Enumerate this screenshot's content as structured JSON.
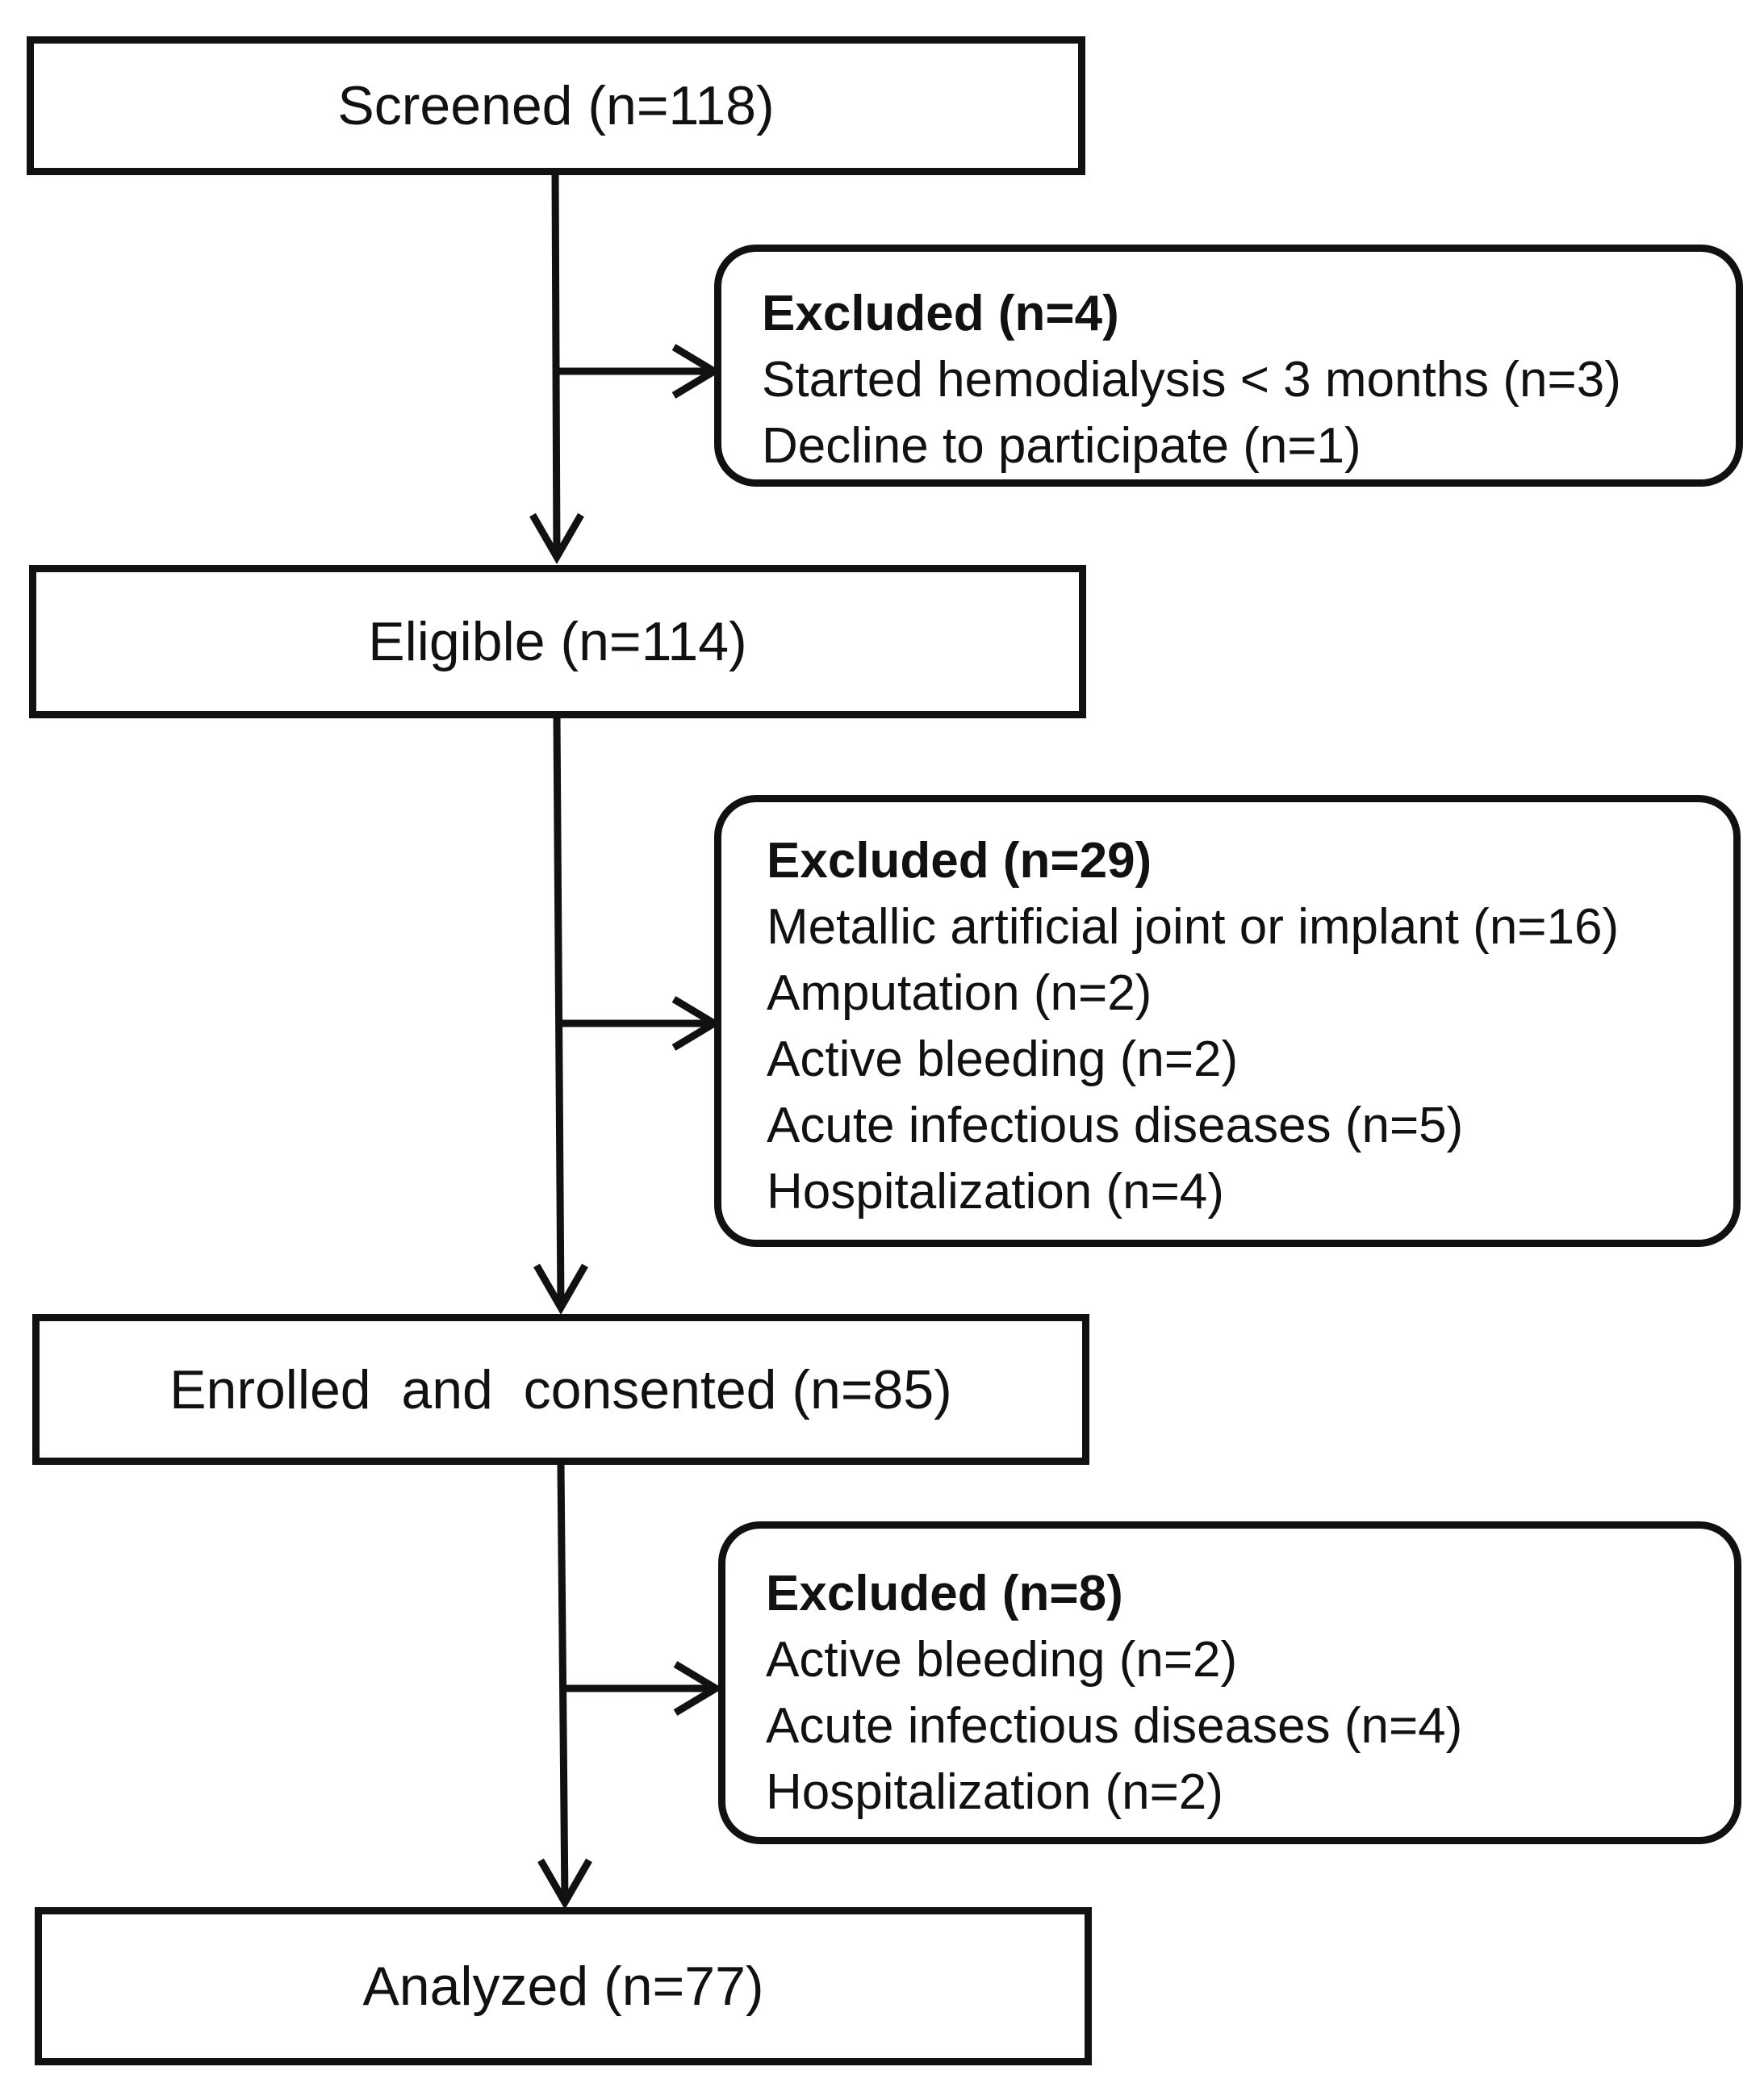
{
  "flowchart": {
    "steps": [
      {
        "label": "Screened",
        "count": "(n=118)"
      },
      {
        "label": "Eligible",
        "count": "(n=114)"
      },
      {
        "label": "Enrolled  and  consented",
        "count": "(n=85)"
      },
      {
        "label": "Analyzed",
        "count": "(n=77)"
      }
    ],
    "exclusions": [
      {
        "title": "Excluded (n=4)",
        "reasons": [
          "Started hemodialysis < 3 months (n=3)",
          "Decline to participate (n=1)"
        ]
      },
      {
        "title": "Excluded (n=29)",
        "reasons": [
          "Metallic artificial joint or implant (n=16)",
          "Amputation (n=2)",
          "Active bleeding (n=2)",
          "Acute infectious diseases (n=5)",
          "Hospitalization (n=4)"
        ]
      },
      {
        "title": "Excluded (n=8)",
        "reasons": [
          "Active bleeding (n=2)",
          "Acute infectious diseases (n=4)",
          "Hospitalization (n=2)"
        ]
      }
    ]
  }
}
